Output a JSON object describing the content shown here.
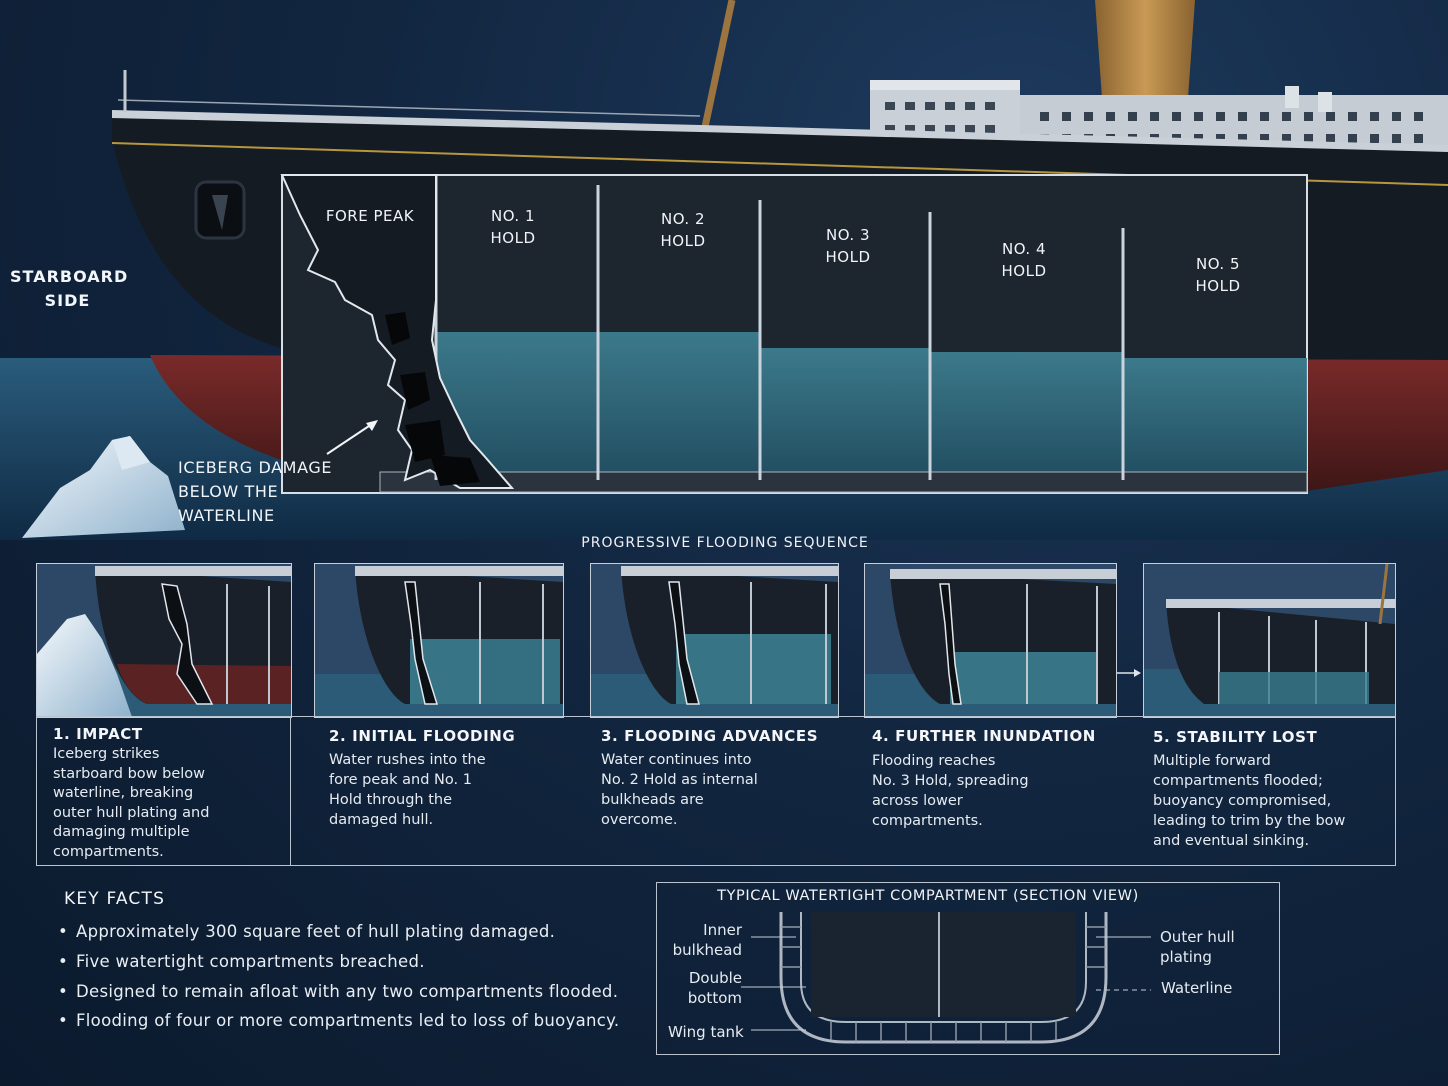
{
  "hero": {
    "side_label": "STARBOARD\nSIDE",
    "damage_label": "ICEBERG DAMAGE\nBELOW THE\nWATERLINE",
    "compartments": [
      "FORE PEAK",
      "NO. 1\nHOLD",
      "NO. 2\nHOLD",
      "NO. 3\nHOLD",
      "NO. 4\nHOLD",
      "NO. 5\nHOLD"
    ]
  },
  "sequence": {
    "title": "PROGRESSIVE FLOODING SEQUENCE",
    "steps": [
      {
        "title": "1. IMPACT",
        "text": "Iceberg strikes\nstarboard bow below\nwaterline, breaking\nouter hull plating and\ndamaging multiple\ncompartments."
      },
      {
        "title": "2. INITIAL FLOODING",
        "text": "Water rushes into the\nfore peak and No. 1\nHold through the\ndamaged hull."
      },
      {
        "title": "3. FLOODING ADVANCES",
        "text": "Water continues into\nNo. 2 Hold as internal\nbulkheads are\novercome."
      },
      {
        "title": "4. FURTHER INUNDATION",
        "text": "Flooding reaches\nNo. 3 Hold, spreading\nacross lower\ncompartments."
      },
      {
        "title": "5. STABILITY LOST",
        "text": "Multiple forward\ncompartments flooded;\nbuoyancy compromised,\nleading to trim by the bow\nand eventual sinking."
      }
    ]
  },
  "key_facts": {
    "title": "KEY FACTS",
    "items": [
      "Approximately 300 square feet of hull plating damaged.",
      "Five watertight compartments breached.",
      "Designed to remain afloat with any two compartments flooded.",
      "Flooding of four or more compartments led to loss of buoyancy."
    ]
  },
  "section_view": {
    "title": "TYPICAL WATERTIGHT COMPARTMENT (SECTION VIEW)",
    "labels": {
      "inner_bulkhead": "Inner\nbulkhead",
      "double_bottom": "Double\nbottom",
      "wing_tank": "Wing tank",
      "outer_hull": "Outer hull\nplating",
      "waterline": "Waterline"
    }
  },
  "colors": {
    "background": "#0f2036",
    "hull_black": "#141a22",
    "hull_red": "#6a2222",
    "water": "#2f6a80",
    "superstructure": "#cdd3da",
    "funnel": "#b98a4a"
  }
}
